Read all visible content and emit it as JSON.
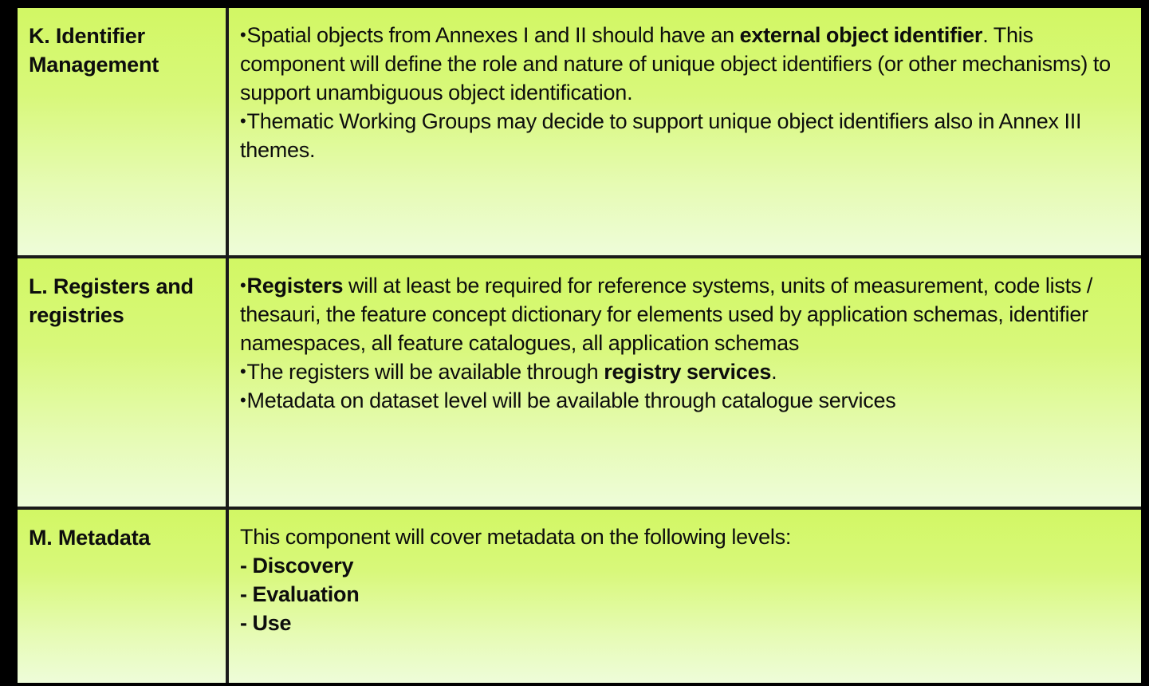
{
  "document": {
    "title": "INSPIRE Components K, L, M",
    "type": "table"
  },
  "theme": {
    "background": "#000000",
    "cell_gradient_top": "#d2f764",
    "cell_gradient_bottom": "#eefcd9",
    "border_color": "#1a1a1a",
    "text_color": "#0d0d0d"
  },
  "table": {
    "columns": 2,
    "rows": [
      {
        "id": "k",
        "label": "K. Identifier Management",
        "label_lines": [
          "K. Identifier",
          "Management"
        ],
        "bullets": [
          {
            "segments": [
              {
                "text": "Spatial objects from Annexes I and II should have an ",
                "bold": false
              },
              {
                "text": "external object identifier",
                "bold": true
              },
              {
                "text": ". This component will define the role and nature of unique object identifiers (or other mechanisms) to support unambiguous object identification.",
                "bold": false
              }
            ]
          },
          {
            "segments": [
              {
                "text": "Thematic Working Groups may decide to support unique object identifiers also in Annex III themes.",
                "bold": false
              }
            ]
          }
        ]
      },
      {
        "id": "l",
        "label": "L. Registers and registries",
        "label_lines": [
          "L. Registers and",
          "registries"
        ],
        "bullets": [
          {
            "segments": [
              {
                "text": "Registers",
                "bold": true
              },
              {
                "text": " will at least be required for reference systems, units of measurement, code lists / thesauri, the feature concept dictionary for elements used by application schemas, identifier namespaces,  all feature catalogues, all application schemas",
                "bold": false
              }
            ]
          },
          {
            "segments": [
              {
                "text": "The registers will be available through ",
                "bold": false
              },
              {
                "text": "registry services",
                "bold": true
              },
              {
                "text": ".",
                "bold": false
              }
            ]
          },
          {
            "segments": [
              {
                "text": "Metadata on dataset level will be available through catalogue services",
                "bold": false
              }
            ]
          }
        ]
      },
      {
        "id": "m",
        "label": "M. Metadata",
        "label_lines": [
          "M. Metadata"
        ],
        "intro": "This component will cover metadata on the following levels:",
        "items": [
          "- Discovery",
          "- Evaluation",
          "- Use"
        ]
      }
    ]
  }
}
